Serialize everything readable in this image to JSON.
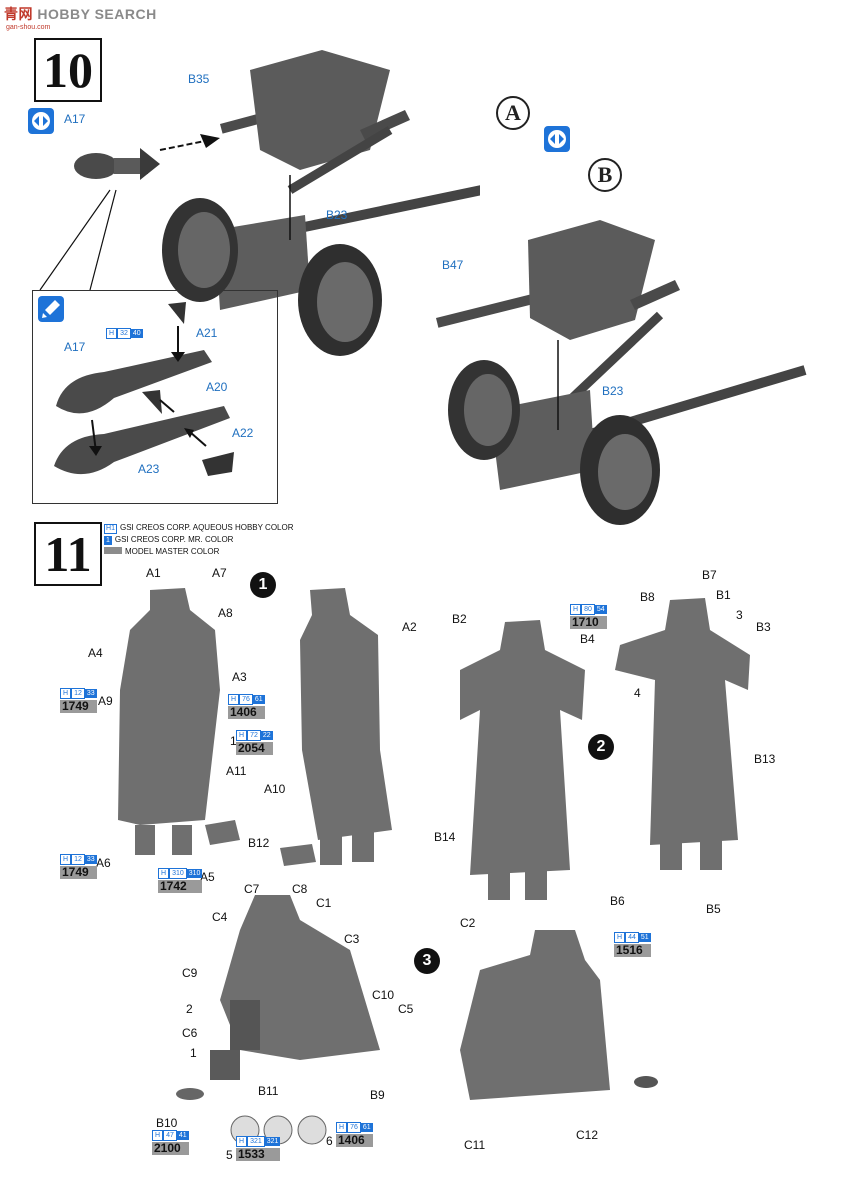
{
  "watermark": {
    "brand_cn": "青网",
    "brand_en": "HOBBY SEARCH",
    "site": "gan-shou.com"
  },
  "step10": {
    "number": "10",
    "labels": {
      "b35": "B35",
      "a17": "A17",
      "b23a": "B23",
      "b47": "B47",
      "b23b": "B23"
    },
    "variants": {
      "a": "A",
      "b": "B"
    },
    "inset": {
      "a17": "A17",
      "h_code": "H",
      "h_num": "32",
      "m_num": "40",
      "a21": "A21",
      "a20": "A20",
      "a22": "A22",
      "a23": "A23"
    }
  },
  "step11": {
    "number": "11",
    "legend": [
      {
        "key": "H",
        "num": "1",
        "text": "GSI CREOS CORP. AQUEOUS HOBBY COLOR"
      },
      {
        "num": "1",
        "text": "GSI CREOS CORP. MR. COLOR"
      },
      {
        "text": "MODEL MASTER COLOR"
      }
    ],
    "figures": {
      "f1": "1",
      "f2": "2",
      "f3": "3"
    },
    "labels": {
      "a1": "A1",
      "a7": "A7",
      "a8": "A8",
      "a4": "A4",
      "a3": "A3",
      "a9": "A9",
      "one_a": "1",
      "a11": "A11",
      "a6": "A6",
      "a5": "A5",
      "a2": "A2",
      "a10": "A10",
      "b12": "B12",
      "b2": "B2",
      "b14": "B14",
      "b8": "B8",
      "b7": "B7",
      "b1": "B1",
      "three": "3",
      "b4": "B4",
      "b3": "B3",
      "four": "4",
      "b13": "B13",
      "b6": "B6",
      "b5": "B5",
      "c7": "C7",
      "c8": "C8",
      "c1": "C1",
      "c4": "C4",
      "c3": "C3",
      "c9": "C9",
      "c10": "C10",
      "two": "2",
      "c5": "C5",
      "c6": "C6",
      "one_c": "1",
      "b11": "B11",
      "b9": "B9",
      "b10": "B10",
      "five": "5",
      "six": "6",
      "c2": "C2",
      "c11": "C11",
      "c12": "C12"
    },
    "paints": [
      {
        "h": "12",
        "m": "33",
        "mm": "1749"
      },
      {
        "h": "76",
        "m": "61",
        "mm": "1406"
      },
      {
        "h": "72",
        "m": "22",
        "mm": "2054"
      },
      {
        "h": "12",
        "m": "33",
        "mm": "1749"
      },
      {
        "h": "310",
        "m": "310",
        "mm": "1742"
      },
      {
        "h": "80",
        "m": "54",
        "mm": "1710"
      },
      {
        "h": "44",
        "m": "51",
        "mm": "1516"
      },
      {
        "h": "47",
        "m": "41",
        "mm": "2100"
      },
      {
        "h": "321",
        "m": "321",
        "mm": "1533"
      },
      {
        "h": "76",
        "m": "61",
        "mm": "1406"
      }
    ]
  }
}
